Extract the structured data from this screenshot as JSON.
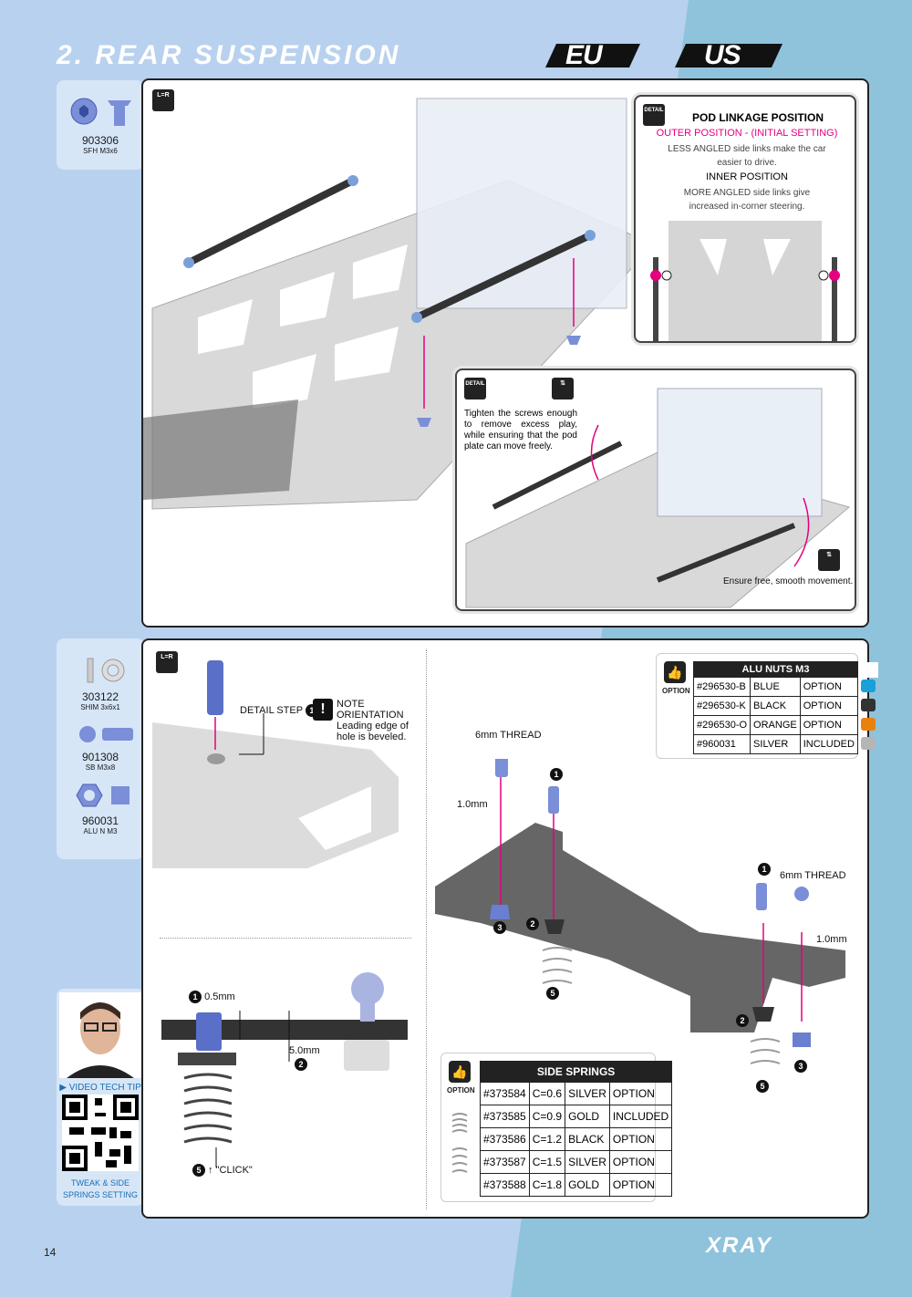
{
  "header": {
    "title": "2. REAR SUSPENSION",
    "badge_eu": "EU",
    "badge_us": "US"
  },
  "colors": {
    "accent": "#e4007f",
    "bg_light": "#b8d1ee",
    "bg_blue": "#8fc3dc"
  },
  "panel1": {
    "part": {
      "number": "903306",
      "desc": "SFH M3x6"
    },
    "lr_icon": "L=R",
    "pod_detail": {
      "icon": "DETAIL",
      "title": "POD LINKAGE POSITION",
      "outer": "OUTER POSITION - (INITIAL SETTING)",
      "outer_desc": "LESS ANGLED side links make the car easier to drive.",
      "inner": "INNER POSITION",
      "inner_desc": "MORE ANGLED side links give increased in-corner steering."
    },
    "tighten_detail": {
      "icon": "DETAIL",
      "text": "Tighten the screws enough to remove excess play, while ensuring that the pod plate can move freely.",
      "free": "Ensure free, smooth movement."
    }
  },
  "panel2": {
    "parts": [
      {
        "number": "303122",
        "desc": "SHIM 3x6x1"
      },
      {
        "number": "901308",
        "desc": "SB M3x8"
      },
      {
        "number": "960031",
        "desc": "ALU N M3"
      }
    ],
    "video": {
      "label": "VIDEO TECH TIP",
      "caption": "TWEAK & SIDE SPRINGS SETTING"
    },
    "lr_icon": "L=R",
    "detail_step": "DETAIL STEP",
    "note_title": "NOTE ORIENTATION",
    "note_text": "Leading edge of hole is beveled.",
    "thread1": "6mm THREAD",
    "shim1": "1.0mm",
    "thread2": "6mm THREAD",
    "shim2": "1.0mm",
    "dim1": "0.5mm",
    "dim2": "5.0mm",
    "click": "\"CLICK\"",
    "step_numbers": {
      "one": "1",
      "two": "2",
      "three": "3",
      "five": "5"
    },
    "alu_nuts": {
      "option": "OPTION",
      "title": "ALU NUTS M3",
      "rows": [
        {
          "part": "#296530-B",
          "color": "BLUE",
          "status": "OPTION",
          "swatch": "#1aa0d8"
        },
        {
          "part": "#296530-K",
          "color": "BLACK",
          "status": "OPTION",
          "swatch": "#333333"
        },
        {
          "part": "#296530-O",
          "color": "ORANGE",
          "status": "OPTION",
          "swatch": "#e8820c"
        },
        {
          "part": "#960031",
          "color": "SILVER",
          "status": "INCLUDED",
          "swatch": "#b5b5b5"
        }
      ]
    },
    "side_springs": {
      "option": "OPTION",
      "title": "SIDE SPRINGS",
      "rows": [
        {
          "part": "#373584",
          "rate": "C=0.6",
          "color": "SILVER",
          "status": "OPTION"
        },
        {
          "part": "#373585",
          "rate": "C=0.9",
          "color": "GOLD",
          "status": "INCLUDED"
        },
        {
          "part": "#373586",
          "rate": "C=1.2",
          "color": "BLACK",
          "status": "OPTION"
        },
        {
          "part": "#373587",
          "rate": "C=1.5",
          "color": "SILVER",
          "status": "OPTION"
        },
        {
          "part": "#373588",
          "rate": "C=1.8",
          "color": "GOLD",
          "status": "OPTION"
        }
      ]
    }
  },
  "footer": {
    "page": "14",
    "logo": "XRAY"
  }
}
